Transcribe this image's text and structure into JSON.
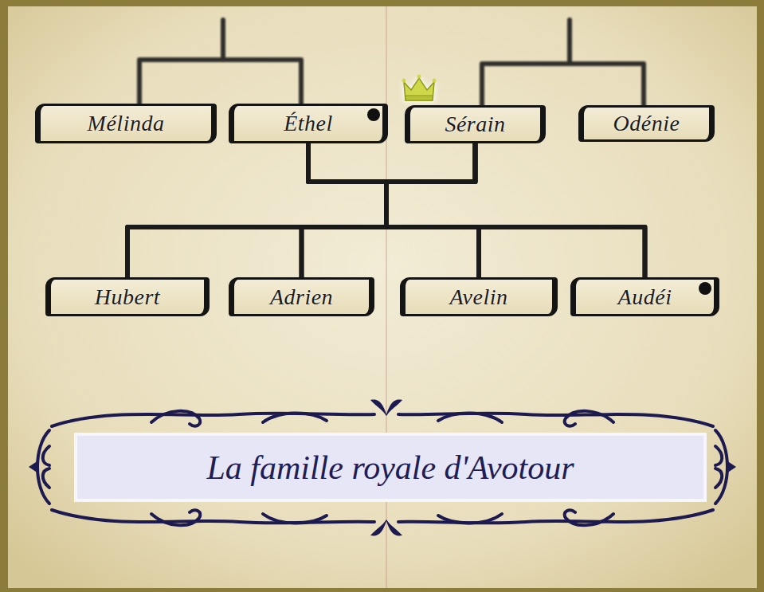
{
  "diagram": {
    "title": "La famille royale d'Avotour",
    "nodes": [
      {
        "text": [
          "Mélinda"
        ]
      },
      {
        "text": [
          "Éthel"
        ]
      },
      {
        "text": [
          "Sérain"
        ]
      },
      {
        "text": [
          "Odénie"
        ]
      },
      {
        "text": [
          "Hubert"
        ]
      },
      {
        "text": [
          "Adrien"
        ]
      },
      {
        "text": [
          "Avelin"
        ]
      },
      {
        "text": [
          "Audéi"
        ]
      }
    ],
    "edges": [
      {
        "from": 1,
        "to": 4,
        "arrow": "none"
      },
      {
        "from": 1,
        "to": 5,
        "arrow": "none"
      },
      {
        "from": 1,
        "to": 6,
        "arrow": "none"
      },
      {
        "from": 1,
        "to": 7,
        "arrow": "none"
      },
      {
        "from": 2,
        "to": 4,
        "arrow": "none"
      },
      {
        "from": 2,
        "to": 5,
        "arrow": "none"
      },
      {
        "from": 2,
        "to": 6,
        "arrow": "none"
      },
      {
        "from": 2,
        "to": 7,
        "arrow": "none"
      }
    ]
  }
}
